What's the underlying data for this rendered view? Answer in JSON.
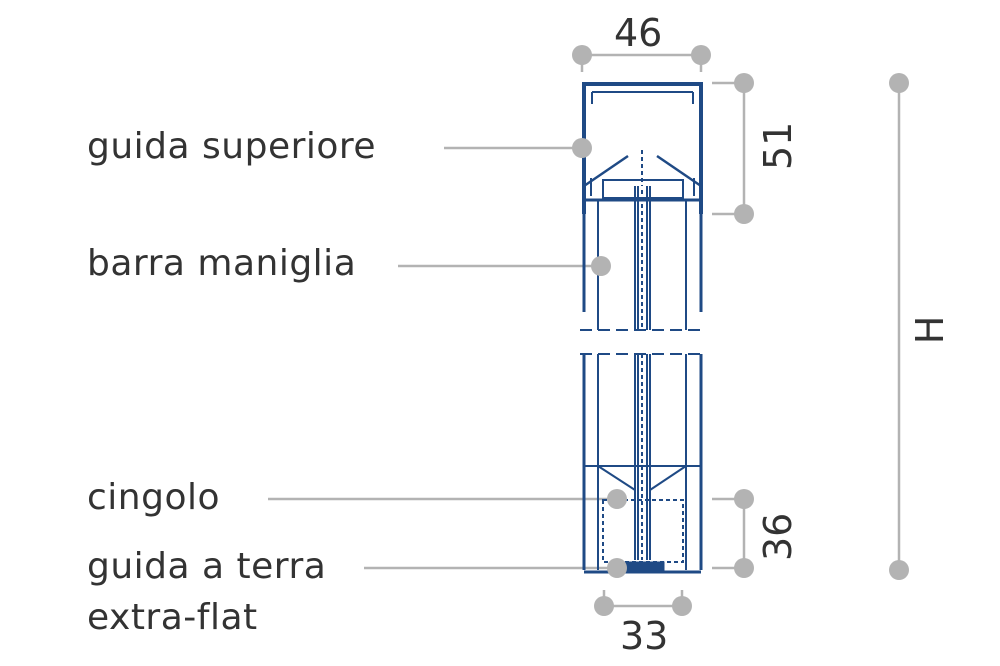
{
  "colors": {
    "profile": "#1f4a85",
    "leader": "#b3b3b3",
    "dot": "#b3b3b3",
    "text": "#333333"
  },
  "labels": {
    "top_rail": "guida superiore",
    "handle_bar": "barra maniglia",
    "belt": "cingolo",
    "ground_rail_line1": "guida a terra",
    "ground_rail_line2": "extra-flat"
  },
  "dimensions": {
    "top_width": "46",
    "top_height": "51",
    "overall_height": "H",
    "bottom_height": "36",
    "bottom_width": "33"
  }
}
